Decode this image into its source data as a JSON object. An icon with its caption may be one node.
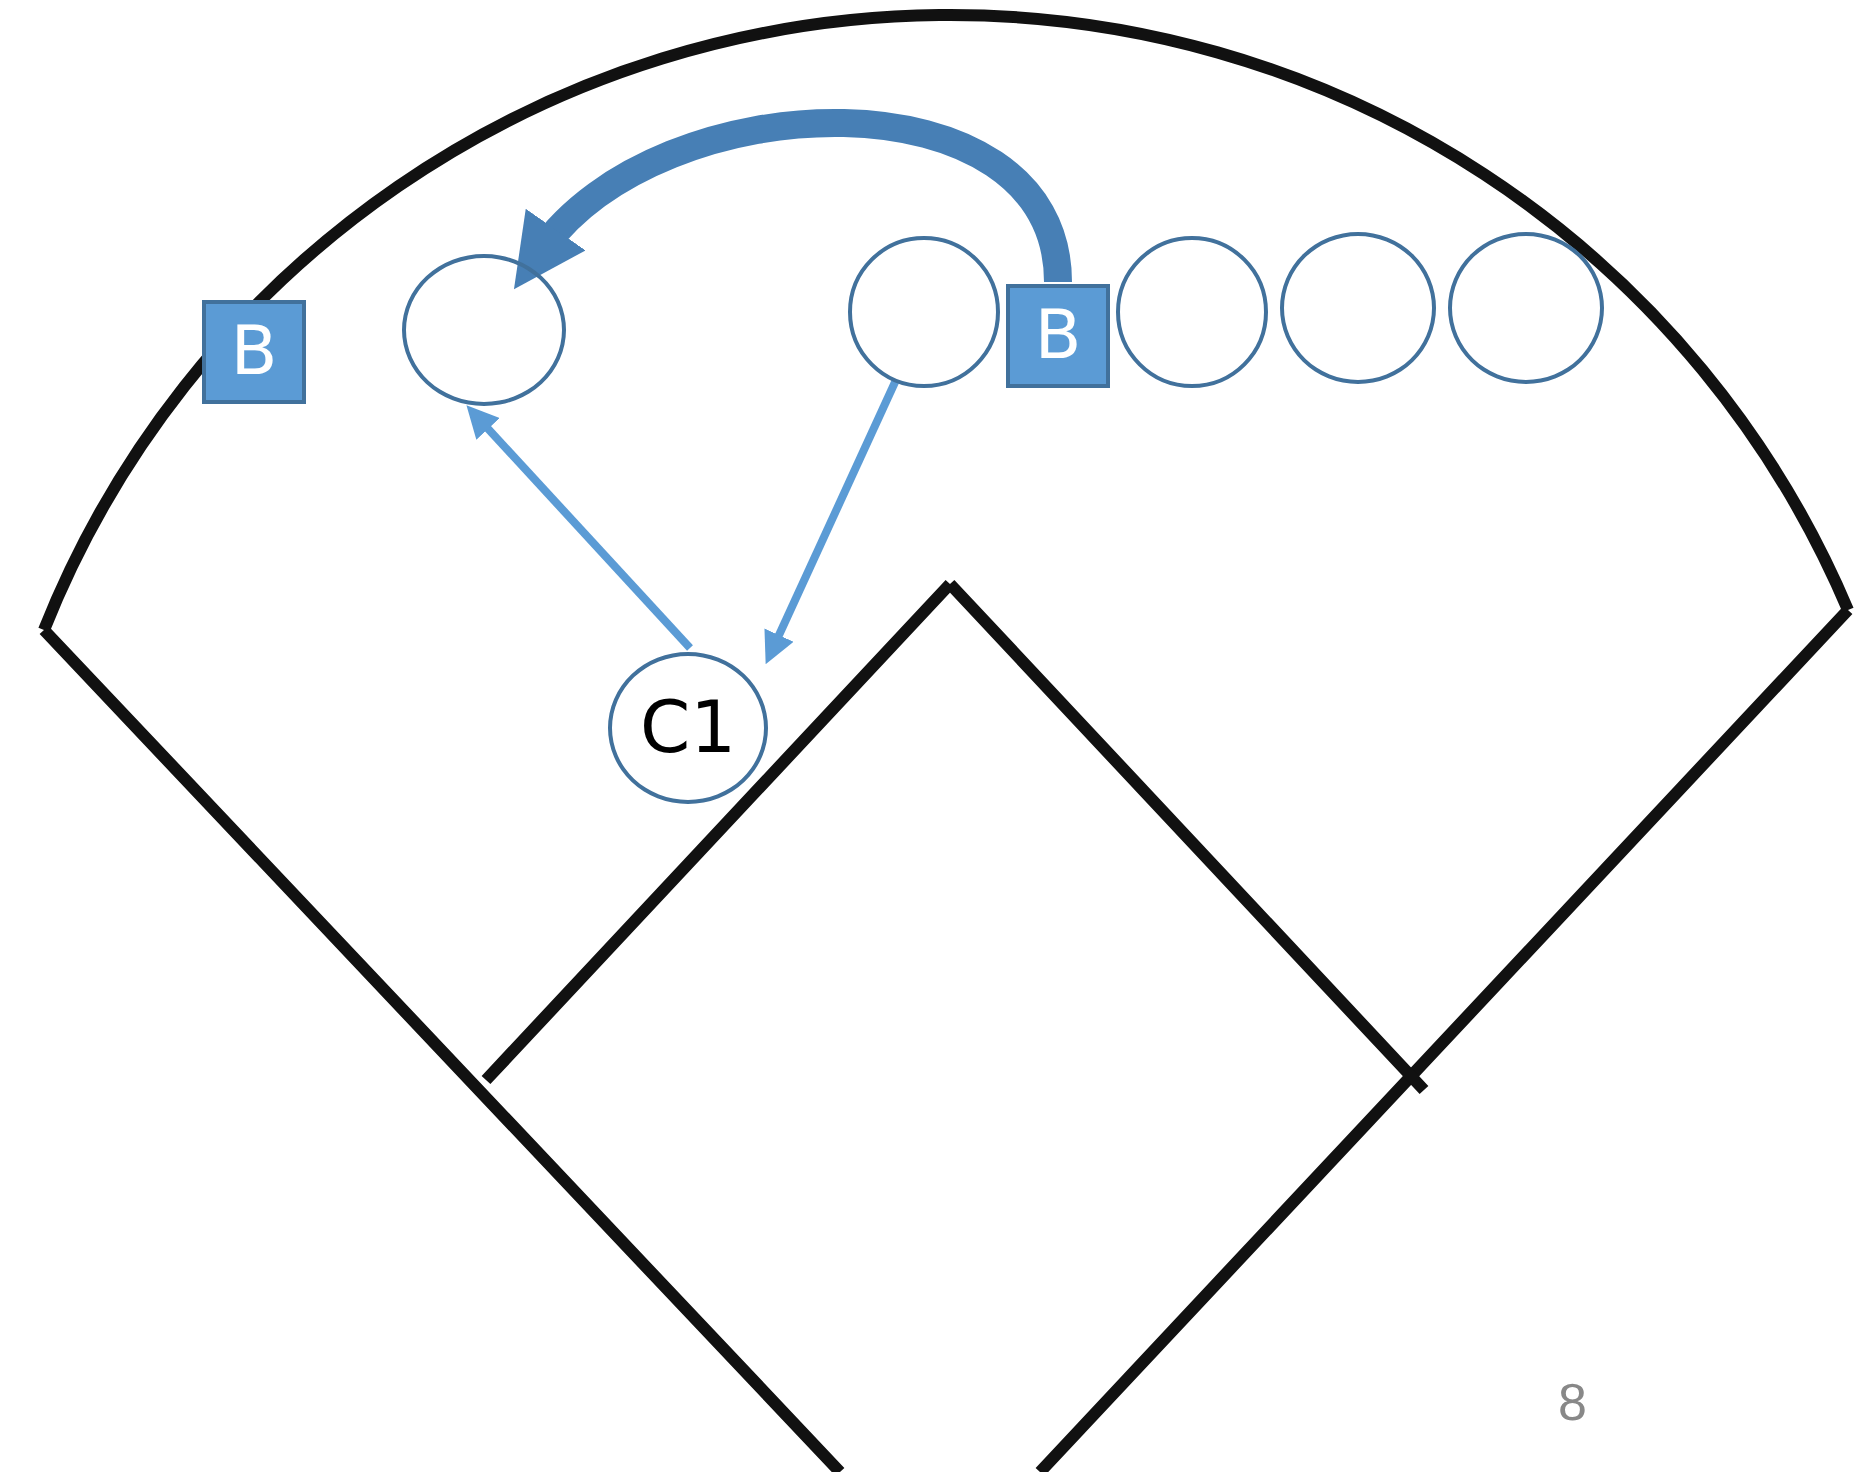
{
  "diagram": {
    "nodes": [
      {
        "text": [
          "B"
        ]
      },
      {
        "text": [],
        "shape": "circle"
      },
      {
        "text": [],
        "shape": "circle"
      },
      {
        "text": [
          "B"
        ]
      },
      {
        "text": [],
        "shape": "circle"
      },
      {
        "text": [],
        "shape": "circle"
      },
      {
        "text": [],
        "shape": "circle"
      },
      {
        "text": [
          "C1"
        ]
      }
    ],
    "edges": [
      {
        "from": 3,
        "to": 1,
        "arrow": "to",
        "style": "thick",
        "color": "#477fb5"
      },
      {
        "from": 7,
        "to": 1,
        "arrow": "to"
      },
      {
        "from": 2,
        "to": 7,
        "arrow": "to"
      }
    ],
    "labels": [
      "8"
    ]
  }
}
